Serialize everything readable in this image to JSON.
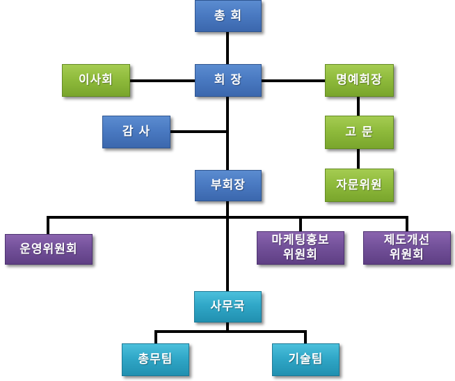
{
  "nodes": {
    "general_assembly": "총 회",
    "president": "회 장",
    "board": "이사회",
    "honorary_president": "명예회장",
    "auditor": "감 사",
    "advisor": "고 문",
    "advisory_committee": "자문위원",
    "vice_president": "부회장",
    "operations_committee": "운영위원회",
    "marketing_committee": "마케팅홍보\n위원회",
    "system_improvement_committee": "제도개선\n위원회",
    "secretariat": "사무국",
    "general_affairs_team": "총무팀",
    "technical_team": "기술팀"
  },
  "colors": {
    "connector": "#000000",
    "blue": "#4a7ac2",
    "green": "#8fbb3c",
    "purple": "#73519a",
    "teal": "#30a7c7"
  }
}
